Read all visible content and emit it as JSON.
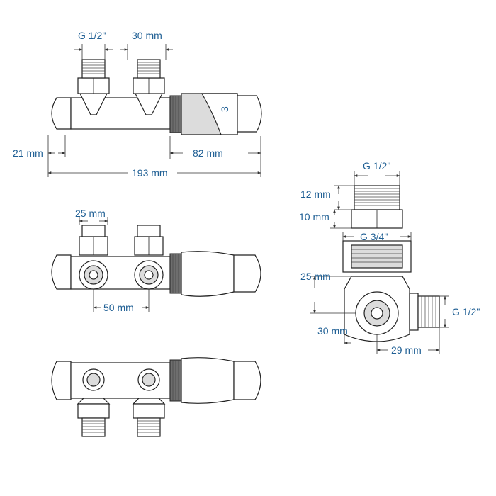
{
  "dimensions": {
    "top_view": {
      "thread_left": "G 1/2''",
      "spacing_right": "30 mm",
      "offset_left": "21 mm",
      "head_length": "82 mm",
      "total_length": "193 mm"
    },
    "front_view": {
      "nut_width": "25 mm",
      "port_spacing": "50 mm"
    },
    "side_view": {
      "thread_top": "G 1/2''",
      "height_upper": "12 mm",
      "height_lower": "10 mm",
      "nut_thread": "G 3/4''",
      "body_height": "25 mm",
      "body_width": "30 mm",
      "outlet_length": "29 mm",
      "thread_right": "G 1/2''"
    }
  },
  "head_marking": "3",
  "colors": {
    "dimension_text": "#1f5f94",
    "line": "#222222",
    "knurl": "#6e6e6e"
  }
}
